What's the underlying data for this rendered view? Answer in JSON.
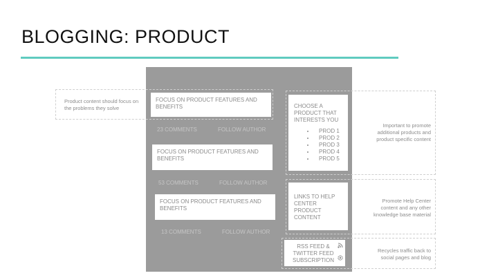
{
  "slide": {
    "title": "BLOGGING: PRODUCT"
  },
  "posts": [
    {
      "title": "FOCUS ON PRODUCT FEATURES AND BENEFITS",
      "comments": "23 COMMENTS",
      "follow": "FOLLOW AUTHOR"
    },
    {
      "title": "FOCUS ON PRODUCT FEATURES AND BENEFITS",
      "comments": "53 COMMENTS",
      "follow": "FOLLOW AUTHOR"
    },
    {
      "title": "FOCUS ON PRODUCT FEATURES AND BENEFITS",
      "comments": "13 COMMENTS",
      "follow": "FOLLOW AUTHOR"
    }
  ],
  "sidebar": {
    "choose": {
      "title": "CHOOSE A PRODUCT THAT INTERESTS YOU",
      "items": [
        "PROD 1",
        "PROD 2",
        "PROD 3",
        "PROD 4",
        "PROD 5"
      ]
    },
    "help": {
      "title": "LINKS TO HELP CENTER PRODUCT CONTENT"
    },
    "feed": {
      "title": "RSS FEED & TWITTER FEED SUBSCRIPTION"
    }
  },
  "notes": {
    "left": "Product content should focus on the problems they solve",
    "products": "Important to promote additional products and product specific content",
    "help": "Promote Help Center content and any other knowledge base material",
    "feed": "Recycles traffic back to social pages and blog"
  },
  "icons": {
    "rss": "rss-icon",
    "settings": "gear-icon"
  }
}
